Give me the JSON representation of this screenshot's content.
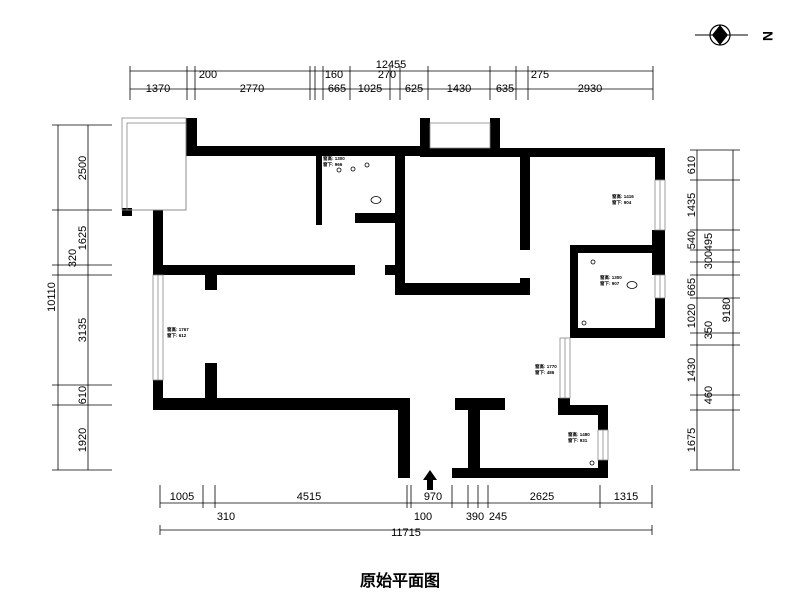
{
  "title": "原始平面图",
  "compass": {
    "label": "N"
  },
  "dims": {
    "top_total": "12455",
    "top": [
      "1370",
      "200",
      "2770",
      "160",
      "665",
      "1025",
      "270",
      "625",
      "1430",
      "635",
      "275",
      "2930"
    ],
    "left_total": "10110",
    "left": [
      "2500",
      "1625",
      "320",
      "3135",
      "610",
      "1920"
    ],
    "right_total": "9180",
    "right": [
      "610",
      "1435",
      "540",
      "300",
      "495",
      "665",
      "1020",
      "350",
      "1430",
      "460",
      "1675"
    ],
    "bottom_total": "11715",
    "bottom": [
      "1005",
      "310",
      "4515",
      "100",
      "970",
      "390",
      "245",
      "2625",
      "1315"
    ]
  },
  "windows": [
    {
      "height": "窗高: 1300",
      "sill": "窗下: 966"
    },
    {
      "height": "窗高: 1416",
      "sill": "窗下: 904"
    },
    {
      "height": "窗高: 1300",
      "sill": "窗下: 907"
    },
    {
      "height": "窗高: 1767",
      "sill": "窗下: 612"
    },
    {
      "height": "窗高: 1770",
      "sill": "窗下: 486"
    },
    {
      "height": "窗高: 1480",
      "sill": "窗下: 931"
    }
  ],
  "colors": {
    "wall": "#000000",
    "line": "#000000"
  }
}
